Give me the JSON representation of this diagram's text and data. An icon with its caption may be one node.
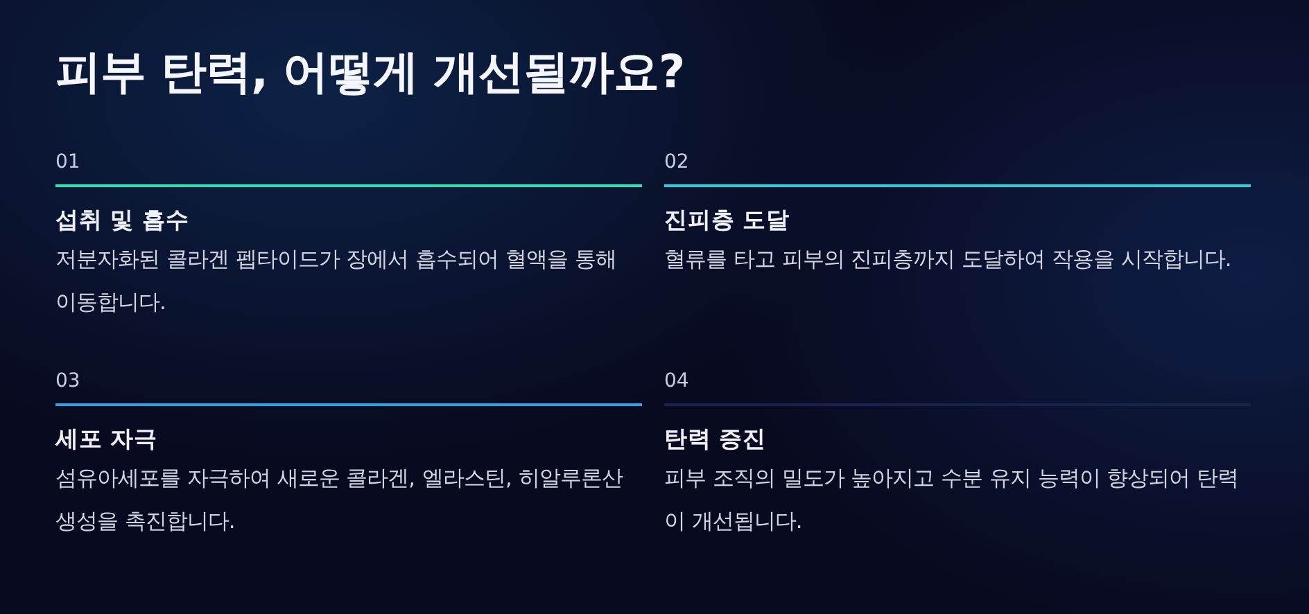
{
  "diagram": {
    "title": "피부 탄력, 어떻게 개선될까요?",
    "nodes": [
      {
        "text": [
          "01",
          "섭취 및 흡수",
          "저분자화된 콜라겐 펩타이드가 장에서 흡수되어 혈액을 통해 이동합니다."
        ]
      },
      {
        "text": [
          "02",
          "진피층 도달",
          "혈류를 타고 피부의 진피층까지 도달하여 작용을 시작합니다."
        ]
      },
      {
        "text": [
          "03",
          "세포 자극",
          "섬유아세포를 자극하여 새로운 콜라겐, 엘라스틴, 히알루론산 생성을 촉진합니다."
        ]
      },
      {
        "text": [
          "04",
          "탄력 증진",
          "피부 조직의 밀도가 높아지고 수분 유지 능력이 향상되어 탄력이 개선됩니다."
        ]
      }
    ]
  }
}
